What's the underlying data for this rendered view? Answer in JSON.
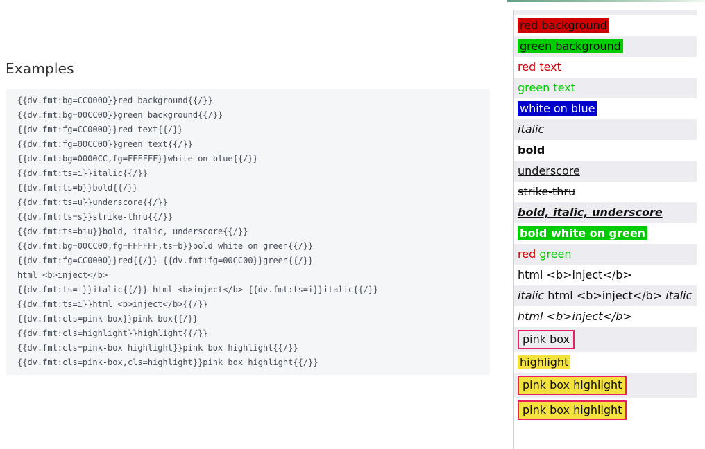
{
  "page": {
    "heading": "Examples"
  },
  "colors": {
    "red": "#CC0000",
    "green": "#00CC00",
    "blue": "#0000CC",
    "white": "#FFFFFF",
    "highlight_yellow": "#F2E13E",
    "pink_box_border": "#E82063",
    "row_stripe": "#EDEDF1",
    "code_background": "#F5F6F8",
    "code_text": "#454C57",
    "top_bar_gradient_from": "#5FA083",
    "top_bar_gradient_to": "#EEF7F0"
  },
  "code_block": {
    "lines": [
      "{{dv.fmt:bg=CC0000}}red background{{/}}",
      "{{dv.fmt:bg=00CC00}}green background{{/}}",
      "{{dv.fmt:fg=CC0000}}red text{{/}}",
      "{{dv.fmt:fg=00CC00}}green text{{/}}",
      "{{dv.fmt:bg=0000CC,fg=FFFFFF}}white on blue{{/}}",
      "{{dv.fmt:ts=i}}italic{{/}}",
      "{{dv.fmt:ts=b}}bold{{/}}",
      "{{dv.fmt:ts=u}}underscore{{/}}",
      "{{dv.fmt:ts=s}}strike-thru{{/}}",
      "{{dv.fmt:ts=biu}}bold, italic, underscore{{/}}",
      "{{dv.fmt:bg=00CC00,fg=FFFFFF,ts=b}}bold white on green{{/}}",
      "{{dv.fmt:fg=CC0000}}red{{/}} {{dv.fmt:fg=00CC00}}green{{/}}",
      "html <b>inject</b>",
      "{{dv.fmt:ts=i}}italic{{/}} html <b>inject</b> {{dv.fmt:ts=i}}italic{{/}}",
      "{{dv.fmt:ts=i}}html <b>inject</b>{{/}}",
      "{{dv.fmt:cls=pink-box}}pink box{{/}}",
      "{{dv.fmt:cls=highlight}}highlight{{/}}",
      "{{dv.fmt:cls=pink-box highlight}}pink box highlight{{/}}",
      "{{dv.fmt:cls=pink-box,cls=highlight}}pink box highlight{{/}}"
    ]
  },
  "output_panel": {
    "rows": [
      {
        "stripe": false,
        "segments": [
          {
            "text": "red background",
            "style": "bg-red"
          }
        ]
      },
      {
        "stripe": true,
        "segments": [
          {
            "text": "green background",
            "style": "bg-green"
          }
        ]
      },
      {
        "stripe": false,
        "segments": [
          {
            "text": "red text",
            "style": "fg-red"
          }
        ]
      },
      {
        "stripe": true,
        "segments": [
          {
            "text": "green text",
            "style": "fg-green"
          }
        ]
      },
      {
        "stripe": false,
        "segments": [
          {
            "text": "white on blue",
            "style": "white-on-blue"
          }
        ]
      },
      {
        "stripe": true,
        "segments": [
          {
            "text": "italic",
            "style": "italic"
          }
        ]
      },
      {
        "stripe": false,
        "segments": [
          {
            "text": "bold",
            "style": "bold"
          }
        ]
      },
      {
        "stripe": true,
        "segments": [
          {
            "text": "underscore",
            "style": "underline"
          }
        ]
      },
      {
        "stripe": false,
        "segments": [
          {
            "text": "strike-thru",
            "style": "strike"
          }
        ]
      },
      {
        "stripe": true,
        "segments": [
          {
            "text": "bold, italic, underscore",
            "style": "bold-italic-underline"
          }
        ]
      },
      {
        "stripe": false,
        "segments": [
          {
            "text": "bold white on green",
            "style": "bold-white-on-green"
          }
        ]
      },
      {
        "stripe": true,
        "segments": [
          {
            "text": "red",
            "style": "fg-red"
          },
          {
            "text": " ",
            "style": "plain"
          },
          {
            "text": "green",
            "style": "fg-green"
          }
        ]
      },
      {
        "stripe": false,
        "segments": [
          {
            "text": "html <b>inject</b>",
            "style": "plain"
          }
        ]
      },
      {
        "stripe": true,
        "segments": [
          {
            "text": "italic",
            "style": "italic"
          },
          {
            "text": " html <b>inject</b> ",
            "style": "plain"
          },
          {
            "text": "italic",
            "style": "italic"
          }
        ]
      },
      {
        "stripe": false,
        "segments": [
          {
            "text": "html <b>inject</b>",
            "style": "italic"
          }
        ]
      },
      {
        "stripe": true,
        "segments": [
          {
            "text": "pink box",
            "style": "pink-box"
          }
        ]
      },
      {
        "stripe": false,
        "segments": [
          {
            "text": "highlight",
            "style": "highlight"
          }
        ]
      },
      {
        "stripe": true,
        "segments": [
          {
            "text": "pink box highlight",
            "style": "pink-box-highlight"
          }
        ]
      },
      {
        "stripe": false,
        "segments": [
          {
            "text": "pink box highlight",
            "style": "pink-box-highlight"
          }
        ]
      }
    ]
  }
}
